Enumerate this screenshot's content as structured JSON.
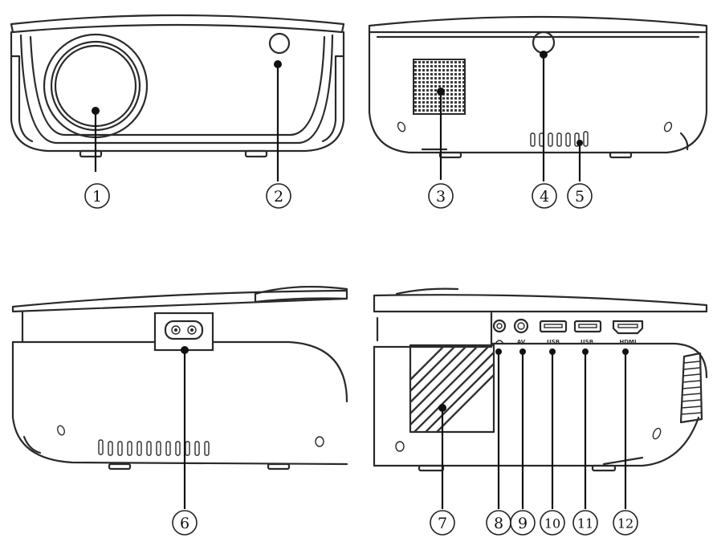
{
  "views": [
    {
      "id": "front",
      "description_label": "front-view"
    },
    {
      "id": "back",
      "description_label": "top-back-view"
    },
    {
      "id": "left",
      "description_label": "left-side-view"
    },
    {
      "id": "right",
      "description_label": "right-side-view"
    }
  ],
  "callouts": [
    {
      "number": "1"
    },
    {
      "number": "2"
    },
    {
      "number": "3"
    },
    {
      "number": "4"
    },
    {
      "number": "5"
    },
    {
      "number": "6"
    },
    {
      "number": "7"
    },
    {
      "number": "8"
    },
    {
      "number": "9"
    },
    {
      "number": "10"
    },
    {
      "number": "11"
    },
    {
      "number": "12"
    }
  ],
  "port_labels": {
    "av": "AV",
    "usb1": "USB",
    "usb2": "USB",
    "hdmi": "HDMI"
  },
  "colors": {
    "line": "#2a2a2a",
    "background": "#ffffff"
  }
}
